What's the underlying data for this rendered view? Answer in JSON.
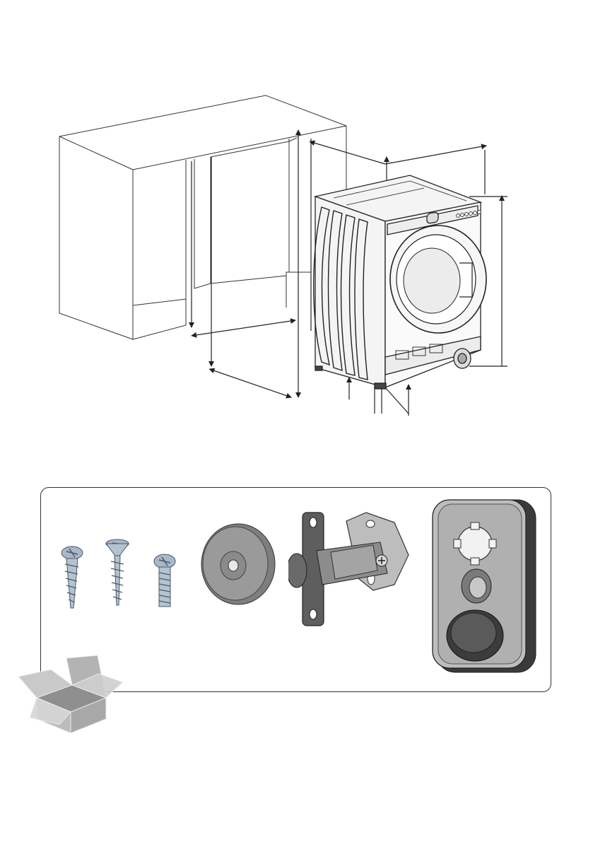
{
  "diagram": {
    "cabinet": {
      "line_color": "#333333"
    },
    "machine": {
      "body_color": "#f4f4f4",
      "outline_color": "#222222",
      "indicator_count": 6
    },
    "accessories": [
      {
        "name": "pan-head-screw",
        "color": "#a9b8c8"
      },
      {
        "name": "countersunk-screw",
        "color": "#a9b8c8"
      },
      {
        "name": "machine-screw",
        "color": "#a9b8c8"
      },
      {
        "name": "foot-pad",
        "color": "#8c8c8c"
      },
      {
        "name": "door-hinge",
        "color": "#6e6e6e"
      },
      {
        "name": "magnetic-latch-plate",
        "color": "#5a5a5a"
      }
    ],
    "box_color": "#b9b9b9"
  }
}
